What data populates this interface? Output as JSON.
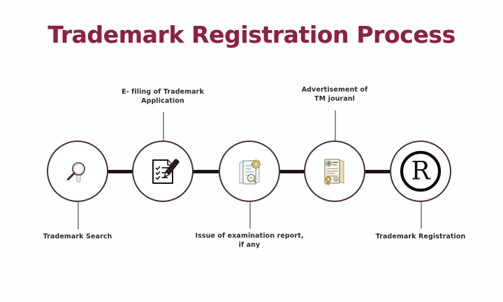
{
  "page": {
    "title": "Trademark Registration Process",
    "background_color": "#fefefe",
    "title_color": "#8b2241",
    "connector_color": "#1d1416",
    "node_stroke_color": "#4a3036",
    "leader_color": "#9a9099",
    "caption_color": "#2c2c2c"
  },
  "diagram_data": {
    "type": "process-flow",
    "orientation": "horizontal",
    "step_count": 5,
    "steps": [
      {
        "index": 1,
        "icon": "magnifying-glass-icon",
        "label": "Trademark Search",
        "label_position": "below"
      },
      {
        "index": 2,
        "icon": "document-pen-icon",
        "label_line_1": "E- filing of Trademark",
        "label_line_2": "Application",
        "label_position": "above"
      },
      {
        "index": 3,
        "icon": "examination-report-icon",
        "label_line_1": "Issue of examination report,",
        "label_line_2": "if any",
        "label_position": "below"
      },
      {
        "index": 4,
        "icon": "certificate-seal-icon",
        "label_line_1": "Advertisement of",
        "label_line_2": "TM jouranl",
        "label_position": "above"
      },
      {
        "index": 5,
        "icon": "registered-trademark-icon",
        "label": "Trademark Registration",
        "label_position": "below"
      }
    ]
  }
}
